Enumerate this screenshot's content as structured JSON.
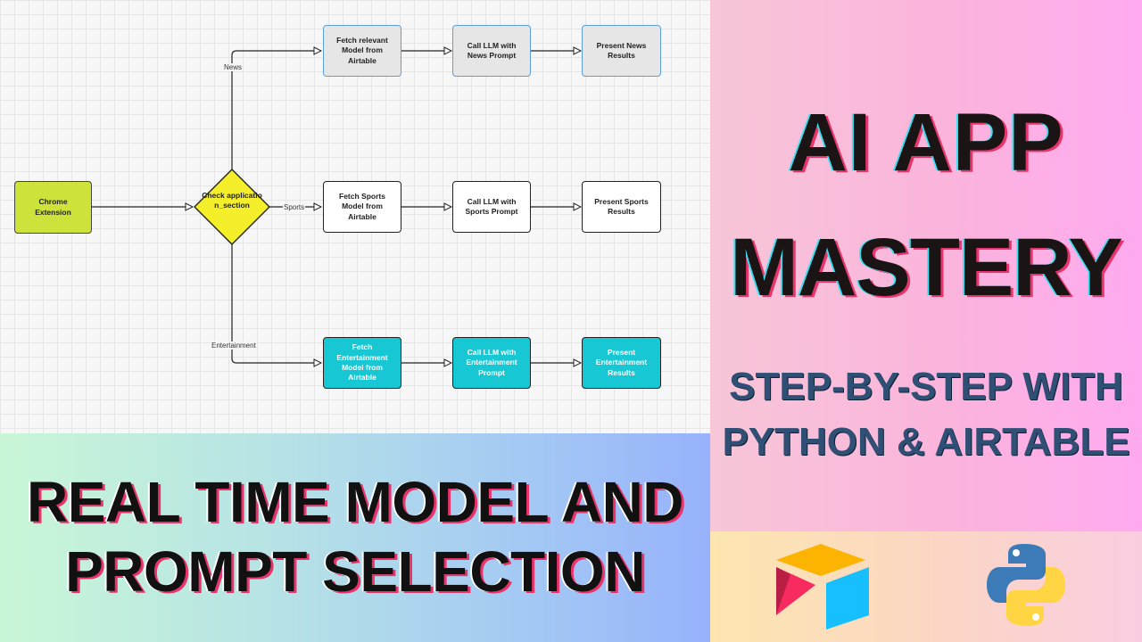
{
  "flowchart": {
    "start": "Chrome Extension",
    "decision": "Check applicatio n_section",
    "edge_labels": {
      "news": "News",
      "sports": "Sports",
      "entertainment": "Entertainment"
    },
    "news_row": [
      "Fetch relevant Model from Airtable",
      "Call LLM with News Prompt",
      "Present News Results"
    ],
    "sports_row": [
      "Fetch Sports Model from Airtable",
      "Call LLM with Sports Prompt",
      "Present Sports Results"
    ],
    "entertainment_row": [
      "Fetch Entertainment Model from Airtable",
      "Call LLM with Entertainment Prompt",
      "Present Entertainment Results"
    ],
    "colors": {
      "start": "#cde33b",
      "decision": "#f5ee2a",
      "news": "#e6e6e6",
      "sports": "#ffffff",
      "entertainment": "#17c7d3"
    }
  },
  "hero": {
    "title_line1": "AI APP",
    "title_line2": "MASTERY",
    "subtitle_line1": "STEP-BY-STEP WITH",
    "subtitle_line2": "PYTHON & AIRTABLE"
  },
  "banner": {
    "line1": "REAL TIME MODEL AND",
    "line2": "PROMPT SELECTION"
  },
  "logos": [
    "airtable-logo",
    "python-logo"
  ]
}
